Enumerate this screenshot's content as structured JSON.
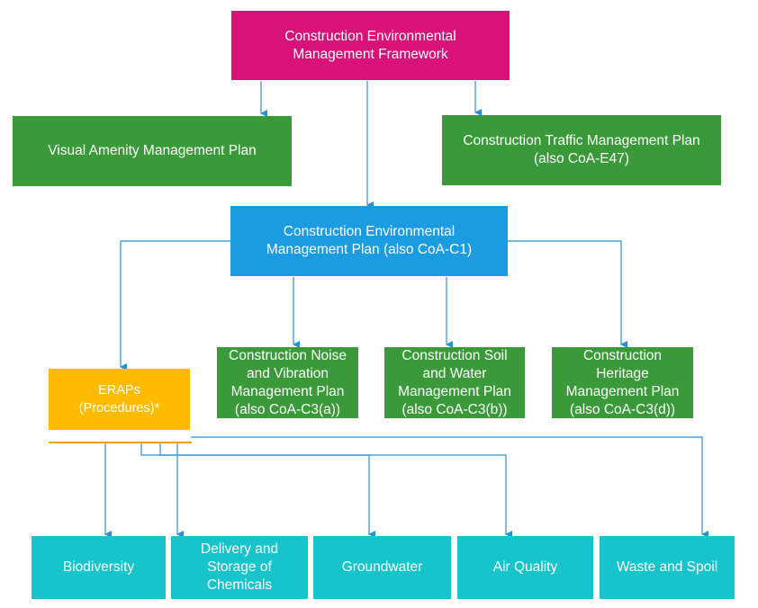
{
  "colors": {
    "framework": "#d9127a",
    "plan": "#3a9a3a",
    "cemp": "#1b9be0",
    "eraps": "#ffbb00",
    "aspect": "#17c4cc",
    "connector": "#2b8fd0",
    "eraps_rule": "#e8a317"
  },
  "framework": {
    "label": "Construction Environmental\nManagement Framework"
  },
  "top_plans": [
    {
      "label": "Visual Amenity Management Plan"
    },
    {
      "label": "Construction Traffic Management Plan\n(also CoA-E47)"
    }
  ],
  "cemp": {
    "label": "Construction Environmental\nManagement Plan (also CoA-C1)"
  },
  "eraps": {
    "label": "ERAPs\n(Procedures)*"
  },
  "sub_plans": [
    {
      "label": "Construction Noise\nand Vibration\nManagement Plan\n(also CoA-C3(a))"
    },
    {
      "label": "Construction Soil\nand Water\nManagement Plan\n(also CoA-C3(b))"
    },
    {
      "label": "Construction\nHeritage\nManagement Plan\n(also CoA-C3(d))"
    }
  ],
  "aspects": [
    {
      "label": "Biodiversity"
    },
    {
      "label": "Delivery and\nStorage of\nChemicals"
    },
    {
      "label": "Groundwater"
    },
    {
      "label": "Air Quality"
    },
    {
      "label": "Waste and Spoil"
    }
  ]
}
